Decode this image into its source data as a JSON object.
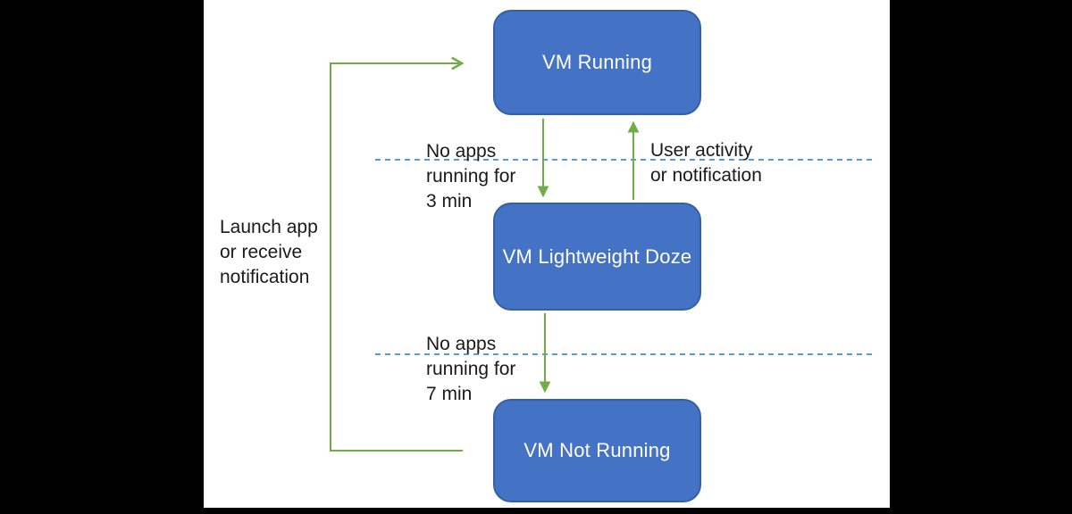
{
  "diagram": {
    "title": "VM lifecycle state diagram",
    "nodes": [
      {
        "id": "vm-running",
        "label": "VM Running"
      },
      {
        "id": "vm-doze",
        "label": "VM Lightweight Doze"
      },
      {
        "id": "vm-not-running",
        "label": "VM Not Running"
      }
    ],
    "edge_labels": {
      "no_apps_3": "No apps\nrunning for\n3 min",
      "user_activity": "User activity\nor notification",
      "no_apps_7": "No apps\nrunning for\n7 min",
      "launch_app": "Launch app\nor receive\nnotification"
    },
    "edges": [
      {
        "from": "vm-running",
        "to": "vm-doze",
        "label": "No apps running for 3 min"
      },
      {
        "from": "vm-doze",
        "to": "vm-running",
        "label": "User activity or notification"
      },
      {
        "from": "vm-doze",
        "to": "vm-not-running",
        "label": "No apps running for 7 min"
      },
      {
        "from": "vm-not-running",
        "to": "vm-running",
        "label": "Launch app or receive notification"
      }
    ]
  },
  "colors": {
    "stage-bg": "#000000",
    "canvas-bg": "#ffffff",
    "node-fill": "#4472C4",
    "node-border": "#3560A8",
    "node-text": "#ffffff",
    "arrow-green": "#70AD47",
    "dash-blue": "#5B9BD5",
    "label-text": "#1a1a1a"
  }
}
